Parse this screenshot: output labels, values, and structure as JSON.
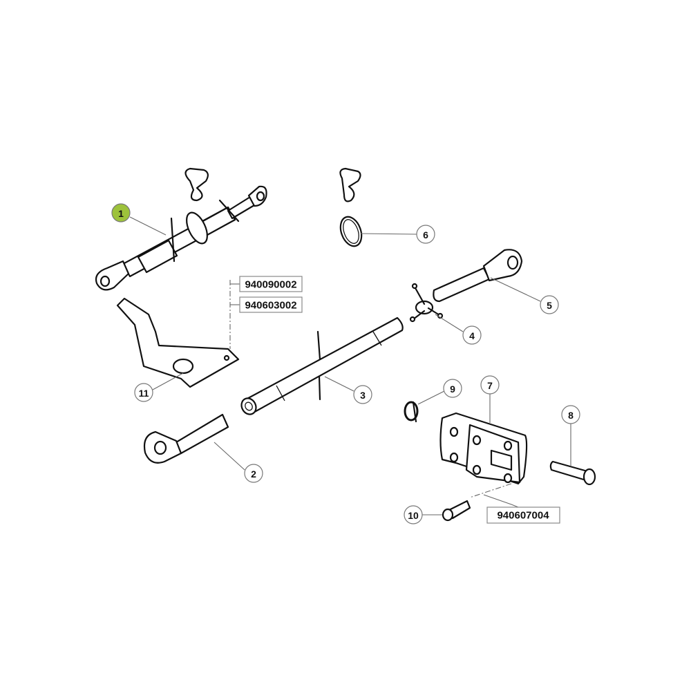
{
  "callouts": {
    "c1": "1",
    "c2": "2",
    "c3": "3",
    "c4": "4",
    "c5": "5",
    "c6": "6",
    "c7": "7",
    "c8": "8",
    "c9": "9",
    "c10": "10",
    "c11": "11"
  },
  "highlight_color": "#9dc23b",
  "references": {
    "r1": "940090002",
    "r2": "940603002",
    "r3": "940607004"
  }
}
